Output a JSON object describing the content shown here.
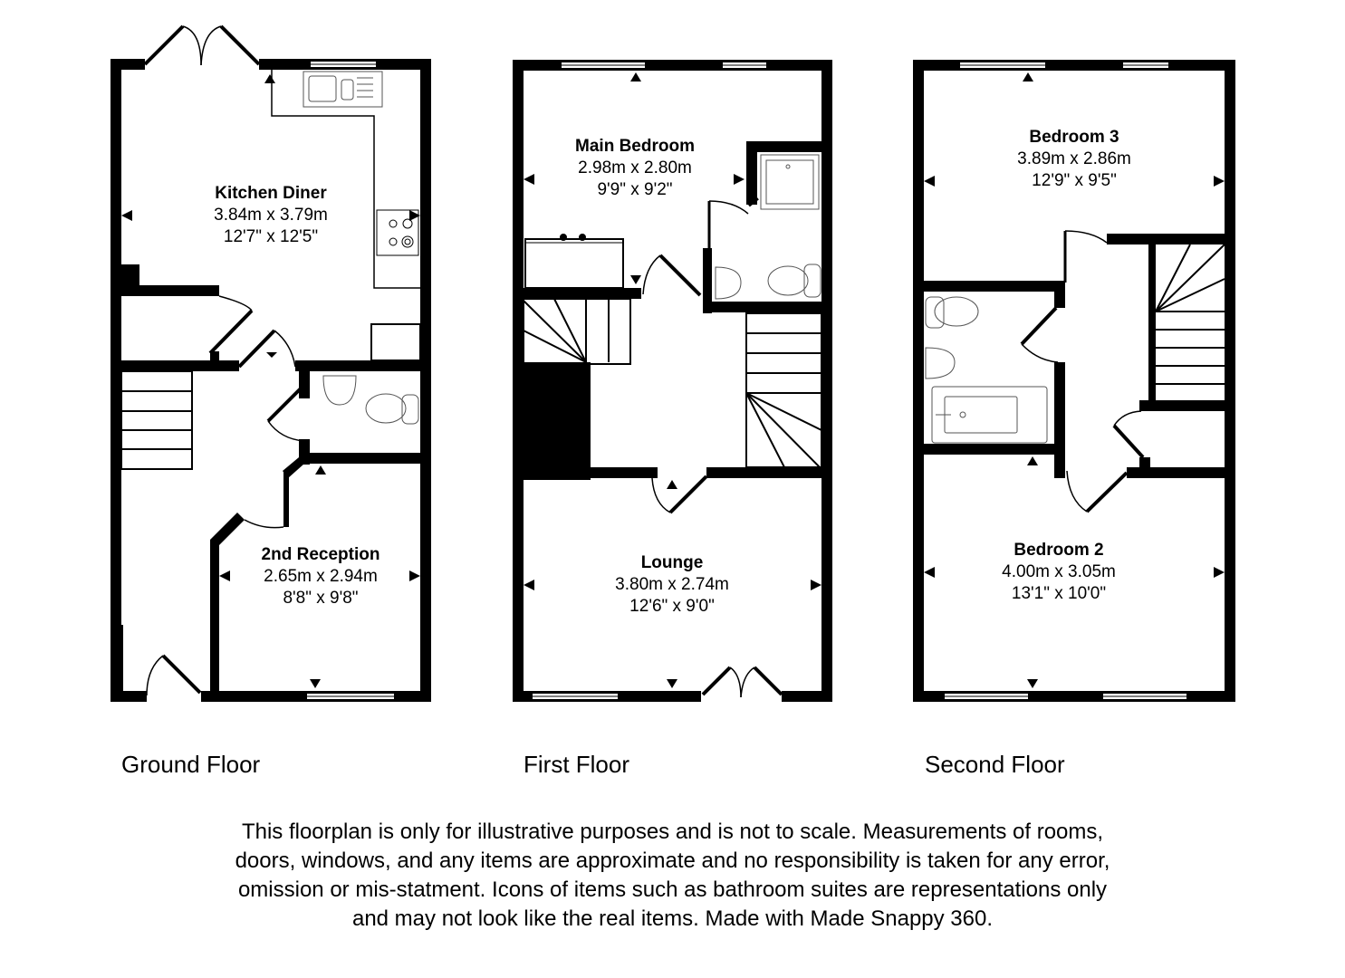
{
  "colors": {
    "wall": "#000000",
    "background": "#ffffff",
    "fixture_outline": "#555555"
  },
  "floors": [
    {
      "label": "Ground Floor",
      "rooms": [
        {
          "name": "Kitchen Diner",
          "metric": "3.84m x 3.79m",
          "imperial": "12'7\" x 12'5\""
        },
        {
          "name": "2nd Reception",
          "metric": "2.65m x 2.94m",
          "imperial": "8'8\" x 9'8\""
        }
      ]
    },
    {
      "label": "First Floor",
      "rooms": [
        {
          "name": "Main Bedroom",
          "metric": "2.98m x 2.80m",
          "imperial": "9'9\" x 9'2\""
        },
        {
          "name": "Lounge",
          "metric": "3.80m x 2.74m",
          "imperial": "12'6\" x 9'0\""
        }
      ]
    },
    {
      "label": "Second Floor",
      "rooms": [
        {
          "name": "Bedroom 3",
          "metric": "3.89m x 2.86m",
          "imperial": "12'9\" x 9'5\""
        },
        {
          "name": "Bedroom 2",
          "metric": "4.00m x 3.05m",
          "imperial": "13'1\" x 10'0\""
        }
      ]
    }
  ],
  "disclaimer": "This floorplan is only for illustrative purposes and is not to scale. Measurements of rooms, doors, windows, and any items are approximate and no responsibility is taken for any error, omission or mis-statment. Icons of items such as bathroom suites are representations only and may not look like the real items. Made with Made Snappy 360."
}
